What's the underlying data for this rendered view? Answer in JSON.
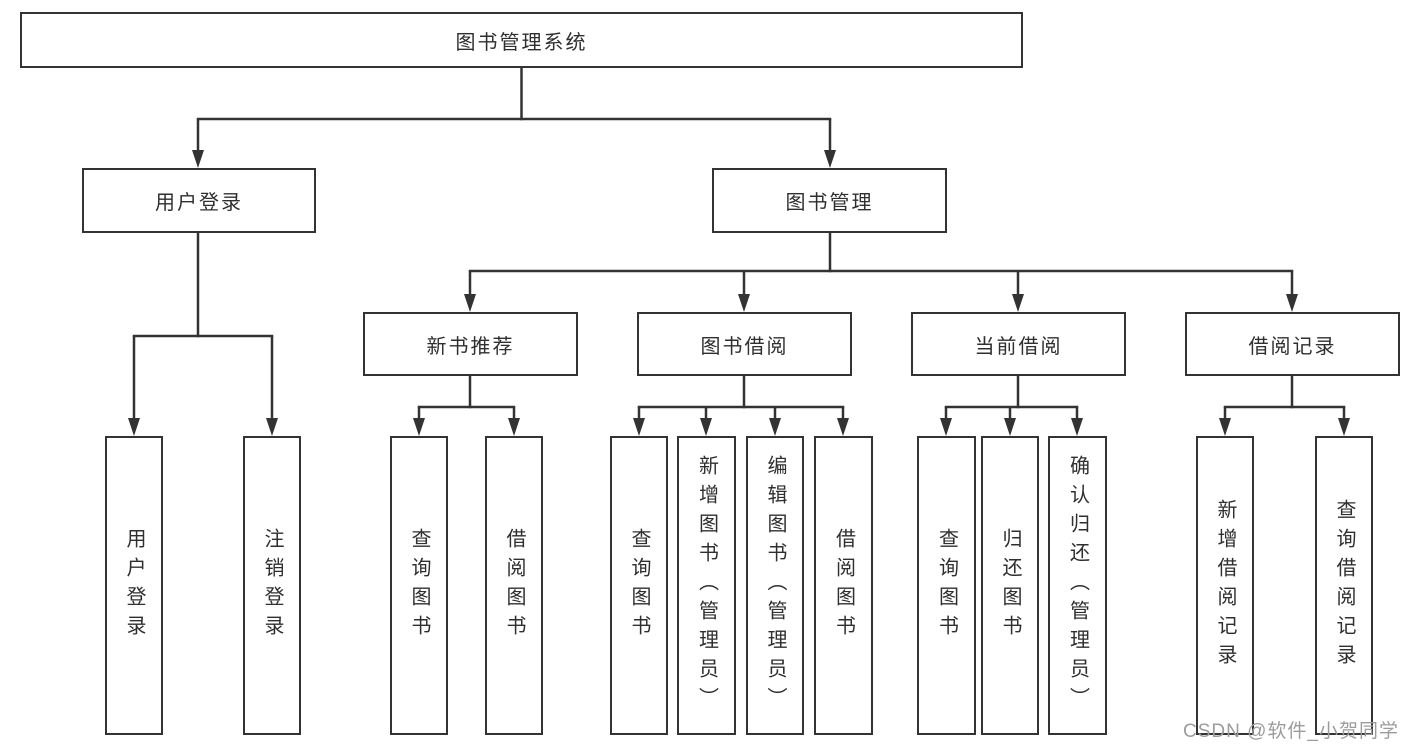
{
  "tree": {
    "root": {
      "label": "图书管理系统"
    },
    "branches": [
      {
        "label": "用户登录",
        "children": [
          {
            "label": "用户登录"
          },
          {
            "label": "注销登录"
          }
        ]
      },
      {
        "label": "图书管理",
        "children": [
          {
            "label": "新书推荐",
            "children": [
              {
                "label": "查询图书"
              },
              {
                "label": "借阅图书"
              }
            ]
          },
          {
            "label": "图书借阅",
            "children": [
              {
                "label": "查询图书"
              },
              {
                "label": "新增图书（管理员）"
              },
              {
                "label": "编辑图书（管理员）"
              },
              {
                "label": "借阅图书"
              }
            ]
          },
          {
            "label": "当前借阅",
            "children": [
              {
                "label": "查询图书"
              },
              {
                "label": "归还图书"
              },
              {
                "label": "确认归还（管理员）"
              }
            ]
          },
          {
            "label": "借阅记录",
            "children": [
              {
                "label": "新增借阅记录"
              },
              {
                "label": "查询借阅记录"
              }
            ]
          }
        ]
      }
    ]
  },
  "watermark": {
    "text": "CSDN @软件_小贺同学"
  },
  "colors": {
    "line": "#333333",
    "box_border": "#333333",
    "text": "#2f2f2f",
    "watermark": "#9c9c9c",
    "background": "#ffffff"
  }
}
